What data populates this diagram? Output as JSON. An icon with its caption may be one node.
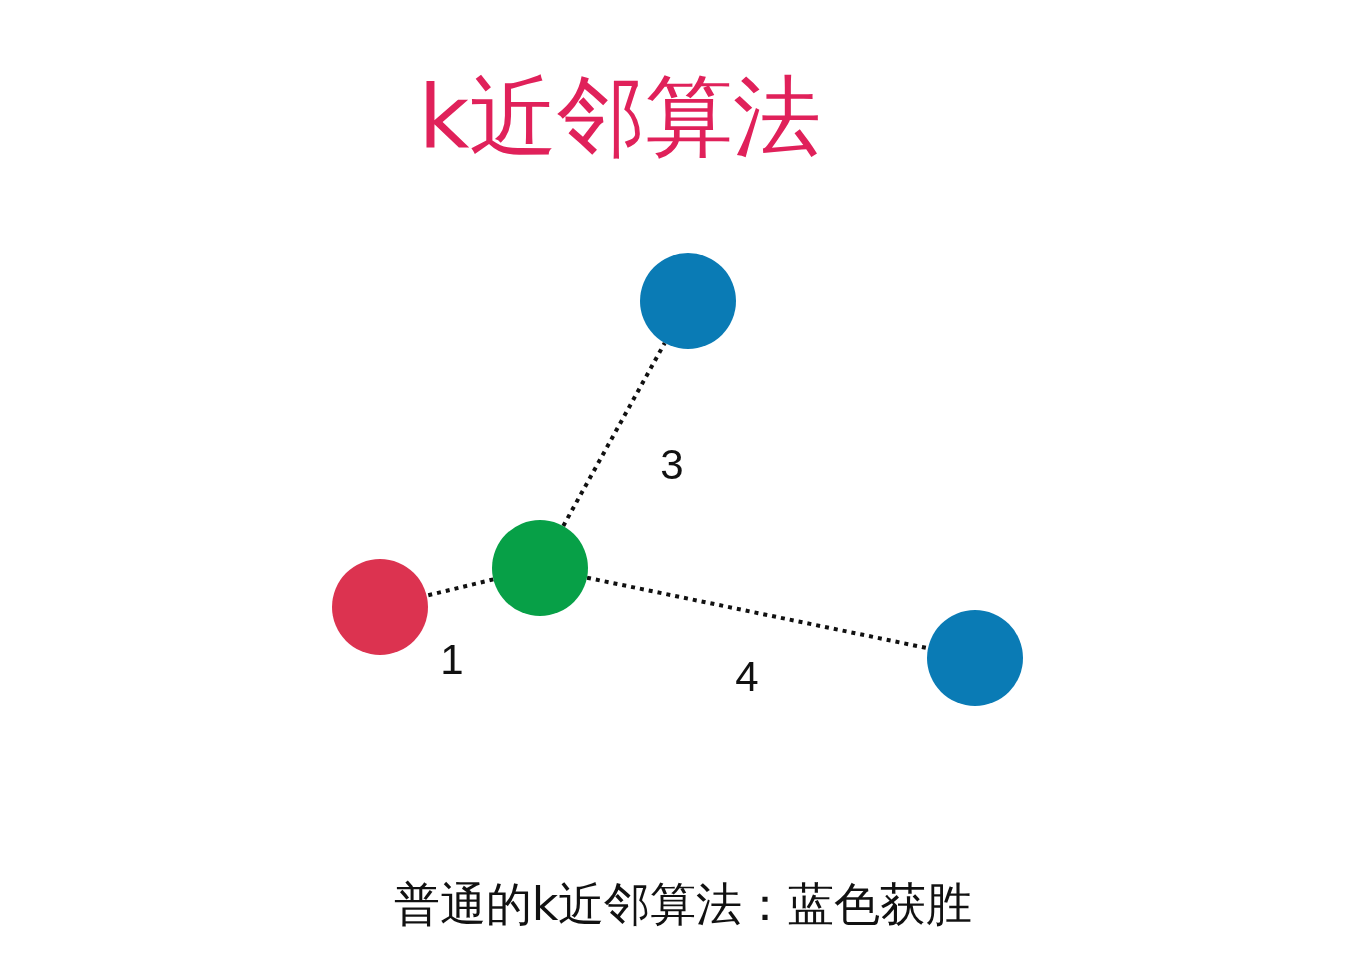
{
  "diagram": {
    "title": "k近邻算法",
    "caption": "普通的k近邻算法：蓝色获胜",
    "nodes": [
      {
        "text": [],
        "shape": "circle"
      },
      {
        "text": [],
        "shape": "circle"
      },
      {
        "text": [],
        "shape": "circle"
      },
      {
        "text": [],
        "shape": "circle"
      }
    ],
    "edges": [
      {
        "from": 1,
        "to": 0,
        "arrow": "none",
        "style": "dashed",
        "label": "1"
      },
      {
        "from": 1,
        "to": 2,
        "arrow": "none",
        "style": "dashed",
        "label": "3"
      },
      {
        "from": 1,
        "to": 3,
        "arrow": "none",
        "style": "dashed",
        "label": "4"
      }
    ]
  }
}
